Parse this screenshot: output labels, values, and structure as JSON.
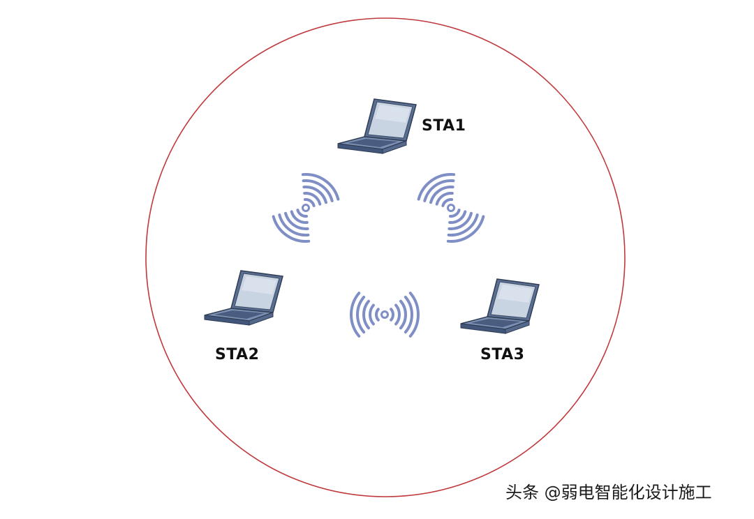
{
  "diagram": {
    "stations": [
      {
        "label": "STA1"
      },
      {
        "label": "STA2"
      },
      {
        "label": "STA3"
      }
    ],
    "boundary_color": "#c0383c",
    "signal_color": "#7f8fc6",
    "laptop_color": "#6d84a6"
  },
  "watermark": "头条 @弱电智能化设计施工"
}
